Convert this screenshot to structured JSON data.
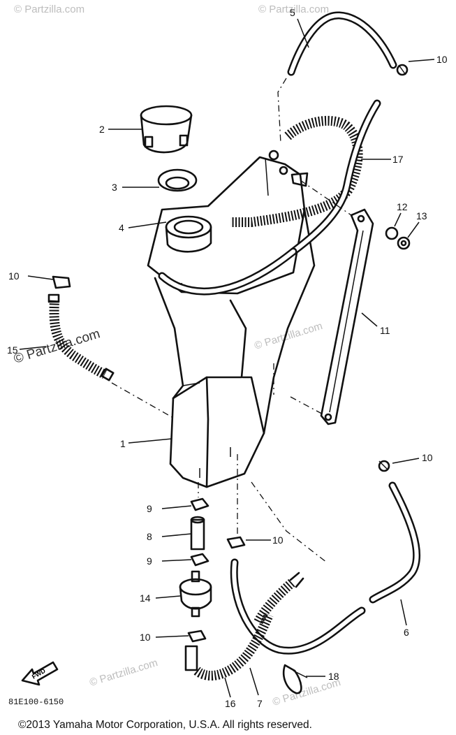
{
  "diagram": {
    "code": "81E100-6150",
    "copyright": "©2013  Yamaha Motor Corporation, U.S.A. All rights reserved.",
    "fwd_label": "FWD",
    "watermark_main": "© Partzilla.com",
    "watermark_small": "© Partzilla.com",
    "callouts": {
      "c1": "1",
      "c2": "2",
      "c3": "3",
      "c4": "4",
      "c5": "5",
      "c6": "6",
      "c7": "7",
      "c8": "8",
      "c9a": "9",
      "c9b": "9",
      "c10a": "10",
      "c10b": "10",
      "c10c": "10",
      "c10d": "10",
      "c10e": "10",
      "c11": "11",
      "c12": "12",
      "c13": "13",
      "c14": "14",
      "c15": "15",
      "c16": "16",
      "c17": "17",
      "c18": "18"
    }
  }
}
